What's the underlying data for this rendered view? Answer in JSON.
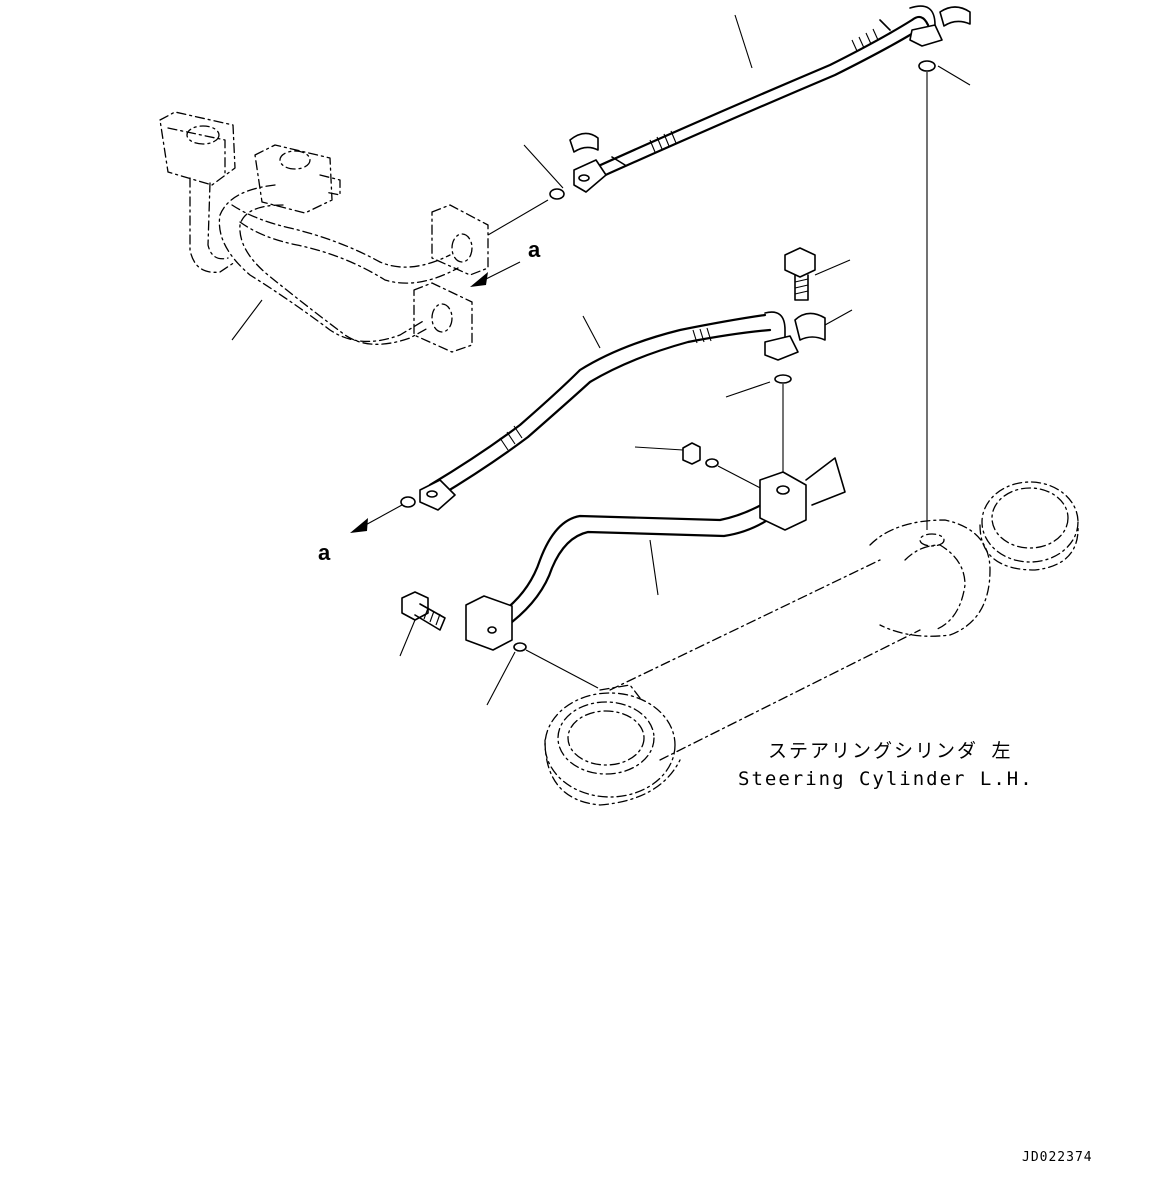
{
  "callout_letter": "a",
  "caption": {
    "jp": "ステアリングシリンダ 左",
    "en": "Steering Cylinder L.H."
  },
  "drawing_number": "JD022374"
}
